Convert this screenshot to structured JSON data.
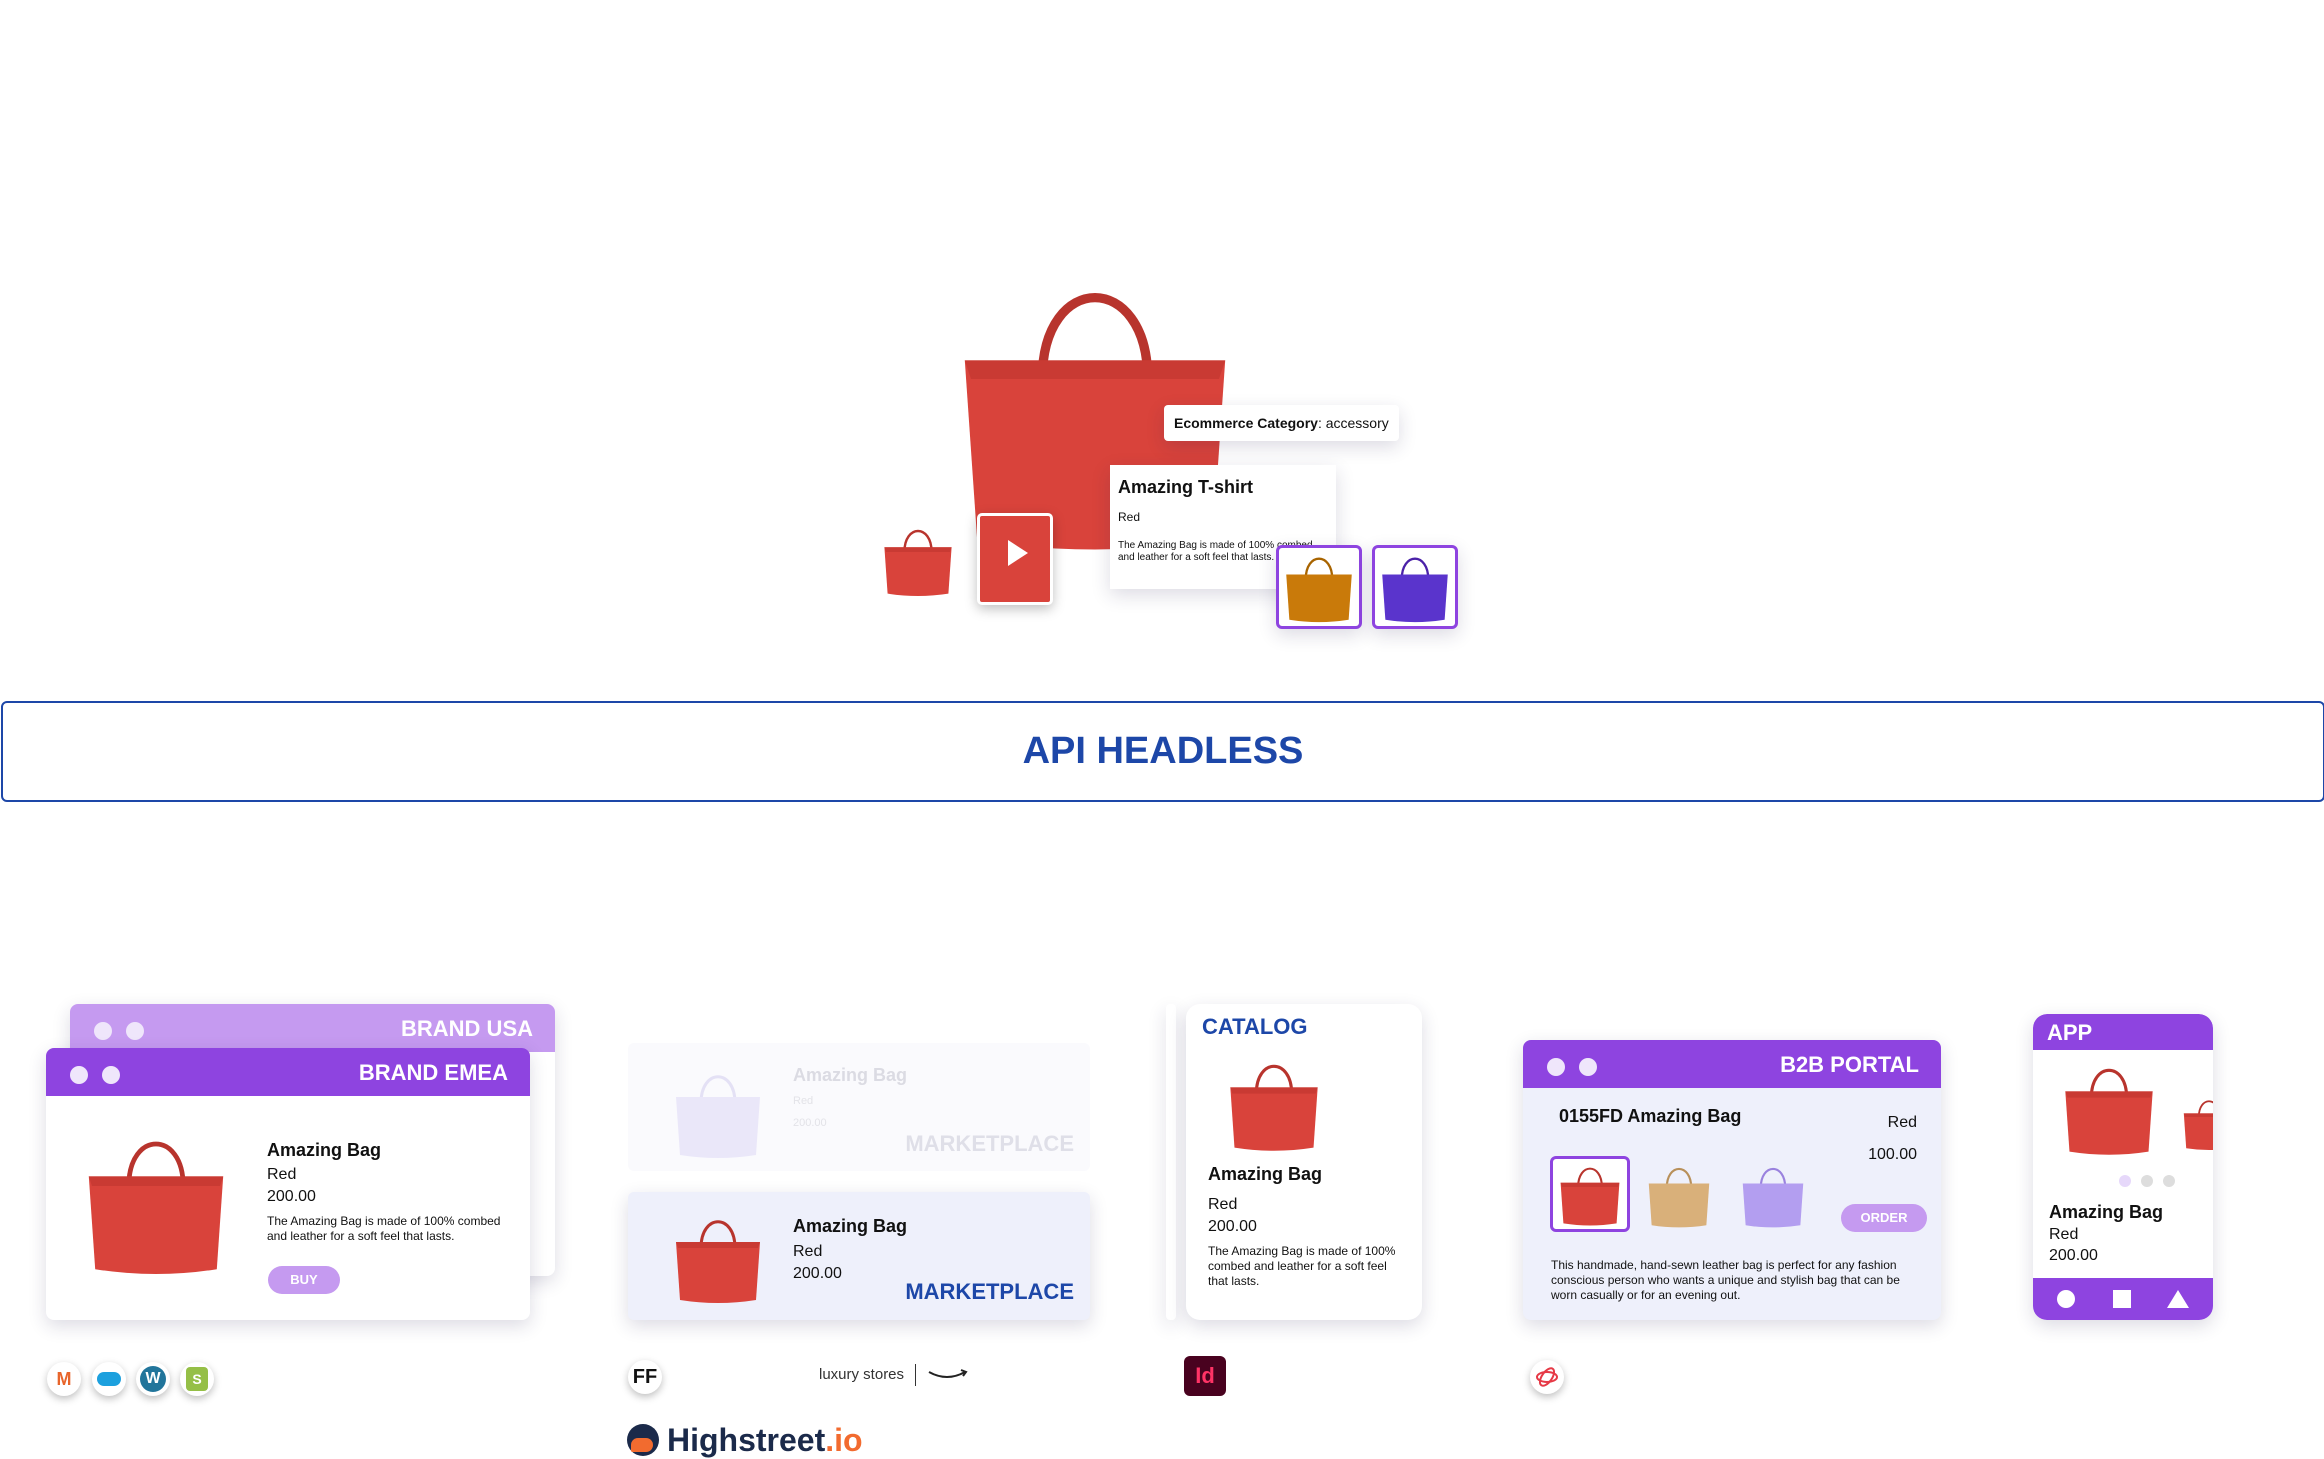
{
  "hero": {
    "category_key": "Ecommerce Category",
    "category_value": ": accessory",
    "card_title": "Amazing T-shirt",
    "card_color": "Red",
    "card_desc": "The Amazing Bag is made of 100% combed and leather for a soft feel that lasts."
  },
  "api": {
    "label": "API HEADLESS"
  },
  "brand": {
    "back_label": "BRAND USA",
    "front_label": "BRAND EMEA",
    "title": "Amazing Bag",
    "color": "Red",
    "price": "200.00",
    "desc": "The Amazing Bag is made of 100% combed and leather for a soft feel that lasts.",
    "button": "BUY"
  },
  "marketplace": {
    "ghost_title": "Amazing Bag",
    "ghost_color": "Red",
    "ghost_price": "200.00",
    "ghost_label": "MARKETPLACE",
    "title": "Amazing Bag",
    "color": "Red",
    "price": "200.00",
    "label": "MARKETPLACE"
  },
  "catalog": {
    "label": "CATALOG",
    "title": "Amazing Bag",
    "color": "Red",
    "price": "200.00",
    "desc": "The Amazing Bag is made of 100% combed and leather for a soft feel that lasts."
  },
  "b2b": {
    "label": "B2B PORTAL",
    "title": "0155FD Amazing Bag",
    "color": "Red",
    "price": "100.00",
    "button": "ORDER",
    "desc": "This handmade, hand-sewn leather bag is perfect for any fashion conscious person who wants a unique and stylish bag that can be worn casually or for an evening out."
  },
  "app": {
    "label": "APP",
    "title": "Amazing Bag",
    "color": "Red",
    "price": "200.00"
  },
  "logos": {
    "luxury": "luxury stores",
    "indesign": "Id",
    "highstreet": "Highstreet",
    "highstreet_suffix": ".io"
  },
  "colors": {
    "accent": "#8e44e0",
    "light_accent": "#c59af0",
    "api_blue": "#1d47a8",
    "bag_red": "#d9433b",
    "panel_lavender": "#eef0fb"
  }
}
